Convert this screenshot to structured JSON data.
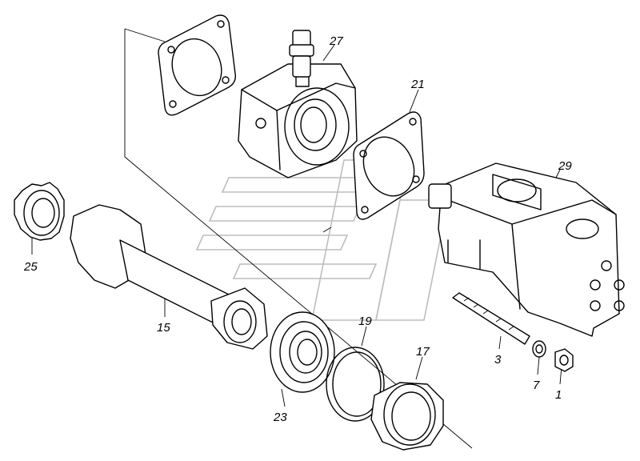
{
  "diagram": {
    "parts": [
      {
        "id": "p27",
        "label": "27",
        "icon": "pump-housing-icon"
      },
      {
        "id": "p21",
        "label": "21",
        "icon": "gasket-icon"
      },
      {
        "id": "p29",
        "label": "29",
        "icon": "hydraulic-pump-icon"
      },
      {
        "id": "p25",
        "label": "25",
        "icon": "gear-icon"
      },
      {
        "id": "p15",
        "label": "15",
        "icon": "gear-shaft-icon"
      },
      {
        "id": "p19",
        "label": "19",
        "icon": "snap-ring-icon"
      },
      {
        "id": "p23",
        "label": "23",
        "icon": "bearing-icon"
      },
      {
        "id": "p17",
        "label": "17",
        "icon": "cup-icon"
      },
      {
        "id": "p3",
        "label": "3",
        "icon": "stud-icon"
      },
      {
        "id": "p7",
        "label": "7",
        "icon": "washer-icon"
      },
      {
        "id": "p1",
        "label": "1",
        "icon": "nut-icon"
      }
    ],
    "watermark_icon": "brand-logo-watermark",
    "line_color": "#000000",
    "watermark_color": "#bdbdbd"
  }
}
